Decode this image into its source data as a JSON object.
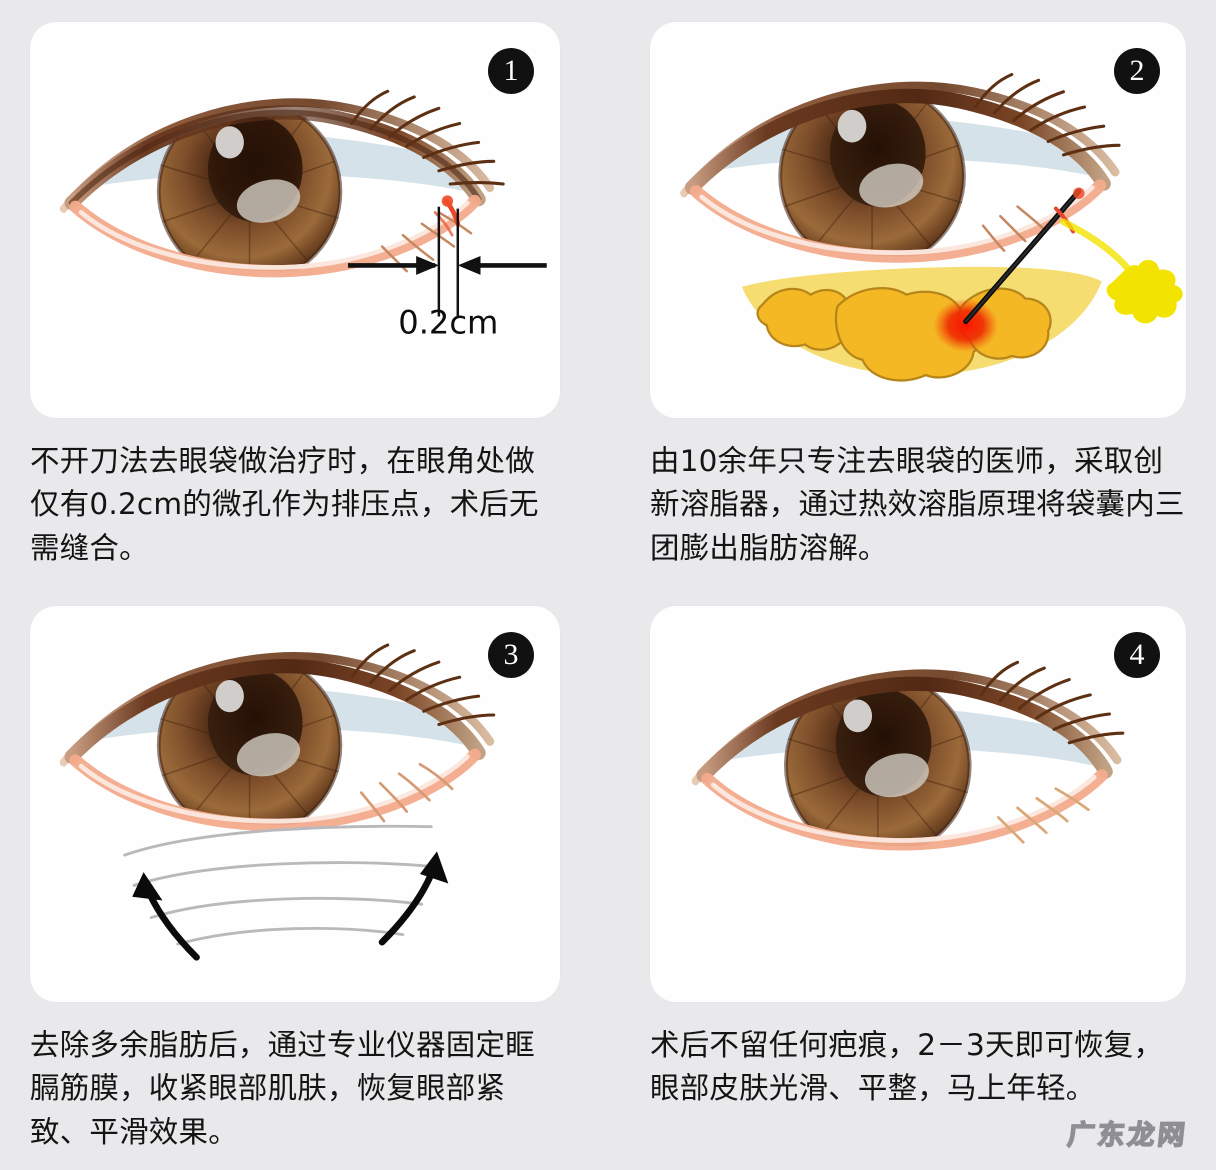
{
  "page": {
    "background_color": "#e9e9eb",
    "card_color": "#fefefe",
    "watermark": "广东龙网"
  },
  "panels": [
    {
      "number": "1",
      "caption": "不开刀法去眼袋做治疗时，在眼角处做仅有0.2cm的微孔作为排压点，术后无需缝合。",
      "illustration": "eye-with-incision-measurement",
      "annotations": {
        "measure_label": "0.2cm",
        "incision_color": "#e8472a"
      }
    },
    {
      "number": "2",
      "caption": "由10余年只专注去眼袋的医师，采取创新溶脂器，通过热效溶脂原理将袋囊内三团膨出脂肪溶解。",
      "illustration": "eye-with-fat-pouch-and-cannula",
      "annotations": {
        "fat_pouch_color": "#f2d34a",
        "fat_lobe_color": "#f5b825",
        "heat_spot_color": "#ee2200",
        "melted_fat_color": "#f2e400"
      }
    },
    {
      "number": "3",
      "caption": "去除多余脂肪后，通过专业仪器固定眶膈筋膜，收紧眼部肌肤，恢复眼部紧致、平滑效果。",
      "illustration": "eye-with-lifting-arrows",
      "annotations": {
        "arrow_color": "#0b0b0b",
        "wrinkle_color": "#b9b9bd"
      }
    },
    {
      "number": "4",
      "caption": "术后不留任何疤痕，2－3天即可恢复，眼部皮肤光滑、平整，马上年轻。",
      "illustration": "eye-smooth-result",
      "annotations": {}
    }
  ],
  "eye_palette": {
    "lid_dark": "#5b2f1b",
    "lid_mid": "#7d4528",
    "brow_line": "#8a5232",
    "skin_pink": "#f3b59a",
    "sclera": "#ffffff",
    "sclera_shadow": "#cfdce4",
    "iris_outer": "#4c2a18",
    "iris_mid": "#8a5a33",
    "iris_light": "#a87a44",
    "pupil": "#2a1409",
    "highlight": "#d8d6d4",
    "lash": "#secondary"
  }
}
